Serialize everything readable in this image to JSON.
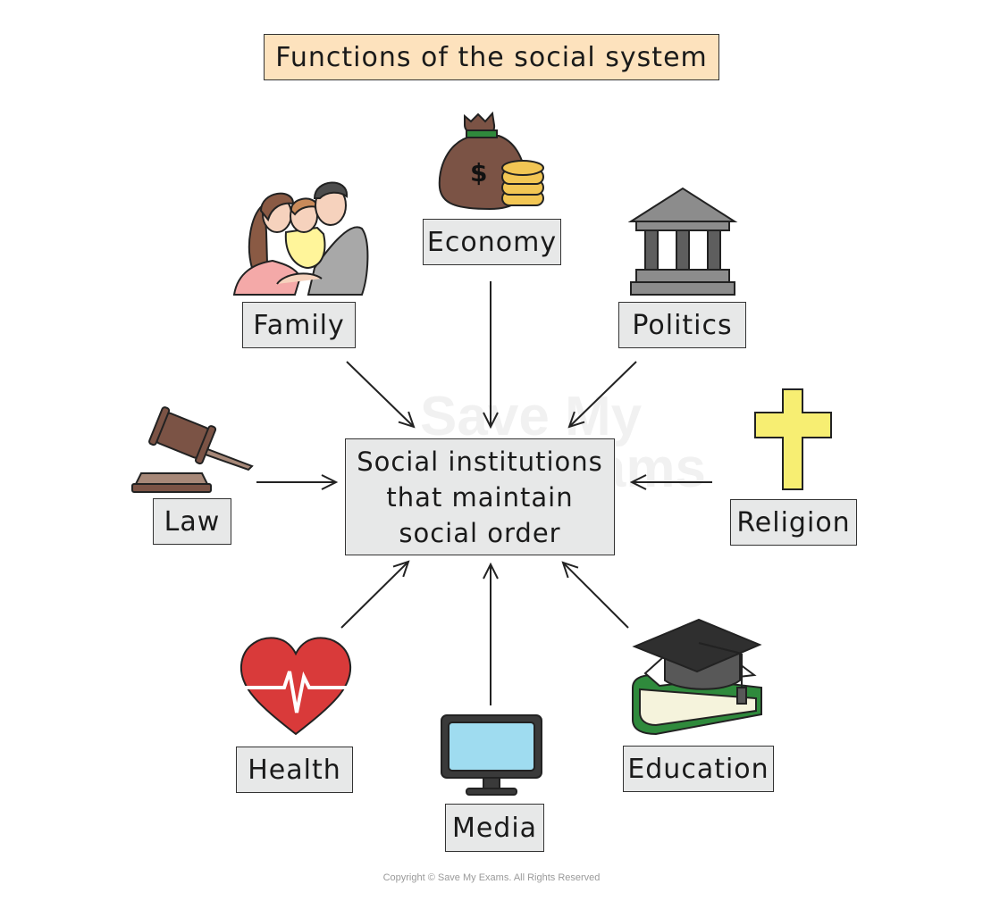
{
  "title": "Functions of the social system",
  "center": {
    "lines": [
      "Social institutions",
      "that maintain",
      "social order"
    ]
  },
  "institutions": {
    "economy": "Economy",
    "family": "Family",
    "politics": "Politics",
    "law": "Law",
    "religion": "Religion",
    "health": "Health",
    "media": "Media",
    "education": "Education"
  },
  "icons": {
    "economy": "money-bag-icon",
    "family": "family-icon",
    "politics": "government-building-icon",
    "law": "gavel-icon",
    "religion": "cross-icon",
    "health": "heart-icon",
    "media": "monitor-icon",
    "education": "graduation-cap-books-icon"
  },
  "money_symbol": "$",
  "watermark": [
    "Save My",
    "Exams"
  ],
  "copyright": "Copyright © Save My Exams. All Rights Reserved",
  "colors": {
    "title_fill": "#fde2bd",
    "box_fill": "#e7e8e8",
    "heart": "#d93a3a",
    "cross": "#f7ee72",
    "screen": "#9fdcf0",
    "book": "#2f8a3c",
    "coins": "#f2c654",
    "bag": "#7b5345"
  }
}
